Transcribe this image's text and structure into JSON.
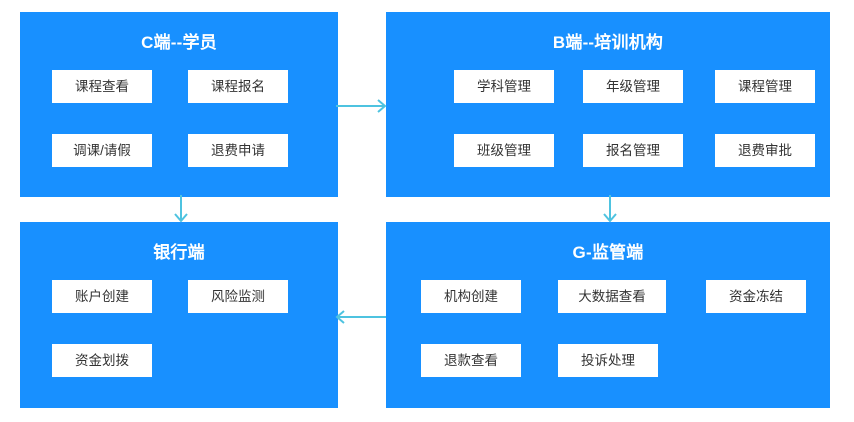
{
  "diagram": {
    "title_text_color": "#ffffff",
    "panel_color": "#1890ff",
    "tile_color": "#ffffff",
    "connector_color": "#4ec3e0",
    "panels": [
      {
        "id": "c-end",
        "title": "C端--学员",
        "tiles": [
          {
            "label": "课程查看"
          },
          {
            "label": "课程报名"
          },
          {
            "label": "调课/请假"
          },
          {
            "label": "退费申请"
          }
        ]
      },
      {
        "id": "b-end",
        "title": "B端--培训机构",
        "tiles": [
          {
            "label": "学科管理"
          },
          {
            "label": "年级管理"
          },
          {
            "label": "课程管理"
          },
          {
            "label": "班级管理"
          },
          {
            "label": "报名管理"
          },
          {
            "label": "退费审批"
          }
        ]
      },
      {
        "id": "bank-end",
        "title": "银行端",
        "tiles": [
          {
            "label": "账户创建"
          },
          {
            "label": "风险监测"
          },
          {
            "label": "资金划拨"
          }
        ]
      },
      {
        "id": "g-end",
        "title": "G-监管端",
        "tiles": [
          {
            "label": "机构创建"
          },
          {
            "label": "大数据查看"
          },
          {
            "label": "资金冻结"
          },
          {
            "label": "退款查看"
          },
          {
            "label": "投诉处理"
          }
        ]
      }
    ],
    "connectors": [
      {
        "id": "c-to-b",
        "direction": "right"
      },
      {
        "id": "c-to-bank",
        "direction": "down"
      },
      {
        "id": "b-to-g",
        "direction": "down"
      },
      {
        "id": "g-to-bank",
        "direction": "left"
      }
    ]
  }
}
